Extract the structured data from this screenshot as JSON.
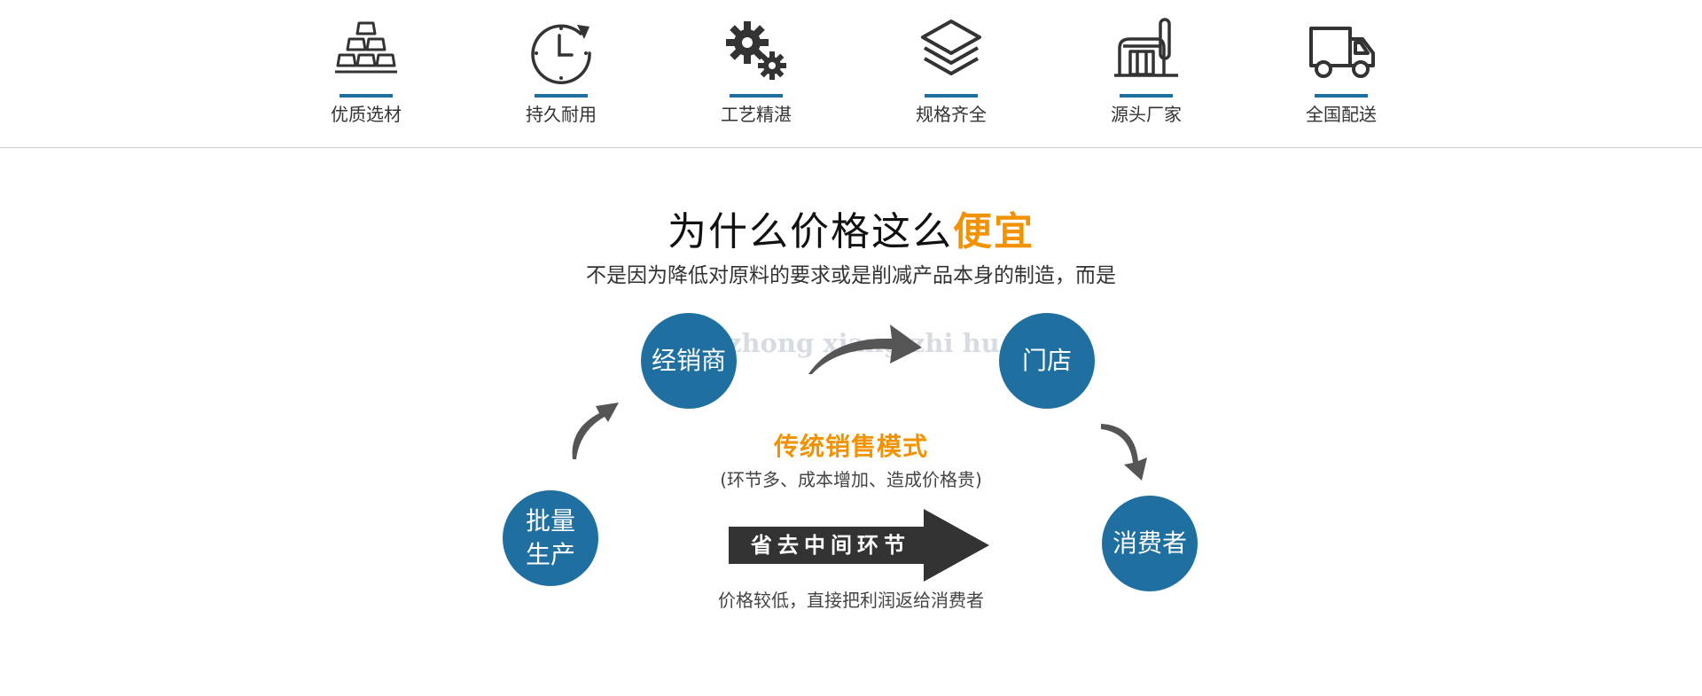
{
  "features": [
    {
      "icon": "gold-bars-icon",
      "label": "优质选材"
    },
    {
      "icon": "clock-icon",
      "label": "持久耐用"
    },
    {
      "icon": "gears-icon",
      "label": "工艺精湛"
    },
    {
      "icon": "layers-icon",
      "label": "规格齐全"
    },
    {
      "icon": "factory-icon",
      "label": "源头厂家"
    },
    {
      "icon": "truck-icon",
      "label": "全国配送"
    }
  ],
  "colors": {
    "accent_blue": "#1f6fa0",
    "accent_orange": "#f39200",
    "arrow_gray": "#555555",
    "arrow_dark": "#333333"
  },
  "heading": {
    "text": "为什么价格这么",
    "accent": "便宜"
  },
  "subheading": "不是因为降低对原料的要求或是削减产品本身的制造，而是",
  "watermark": "zhong xiang zhi hu",
  "flow": {
    "dealer": "经销商",
    "store": "门店",
    "mass_production_line1": "批量",
    "mass_production_line2": "生产",
    "consumer": "消费者",
    "traditional_title": "传统销售模式",
    "traditional_note": "(环节多、成本增加、造成价格贵)",
    "skip_label": "省去中间环节",
    "bottom_note": "价格较低，直接把利润返给消费者"
  }
}
